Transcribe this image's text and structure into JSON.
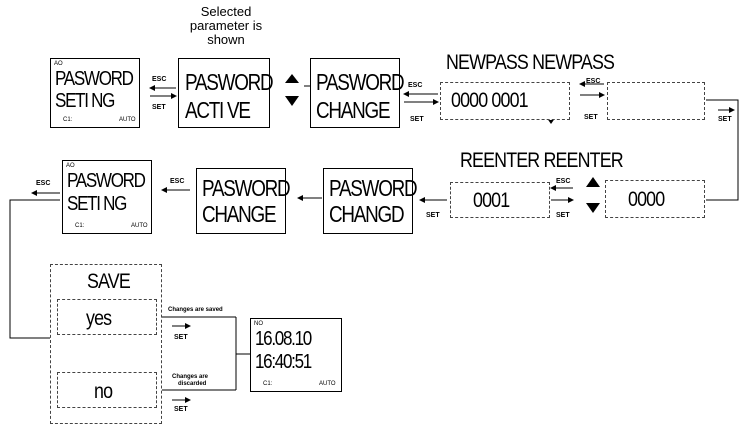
{
  "note": {
    "line1": "Selected",
    "line2": "parameter is",
    "line3": "shown"
  },
  "screens": {
    "pw_setting_1": {
      "line1": "PASWORD",
      "line2": "SETI NG",
      "c1": "C1:",
      "auto": "AUTO",
      "sec": "AO"
    },
    "pw_setting_2": {
      "line1": "PASWORD",
      "line2": "SETI NG",
      "c1": "C1:",
      "auto": "AUTO",
      "sec": "AO"
    },
    "clock": {
      "line1": "16.08.10",
      "line2": "16:40:51",
      "c1": "C1:",
      "auto": "AUTO",
      "sec": "NO"
    }
  },
  "boxes": {
    "pw_active": {
      "line1": "PASWORD",
      "line2": "ACTI VE"
    },
    "pw_change_top": {
      "line1": "PASWORD",
      "line2": "CHANGE"
    },
    "pw_change_mid": {
      "line1": "PASWORD",
      "line2": "CHANGE"
    },
    "pw_changd": {
      "line1": "PASWORD",
      "line2": "CHANGD"
    }
  },
  "headers": {
    "newpass": "NEWPASS NEWPASS",
    "reenter": "REENTER REENTER",
    "save": "SAVE"
  },
  "values": {
    "newpass_1": "0000 0001",
    "reenter_1": "0001",
    "reenter_2": "0000",
    "save_yes": "yes",
    "save_no": "no"
  },
  "key_labels": {
    "esc": "ESC",
    "set": "SET"
  },
  "annotations": {
    "saved": "Changes are saved",
    "discarded_1": "Changes are",
    "discarded_2": "discarded"
  }
}
